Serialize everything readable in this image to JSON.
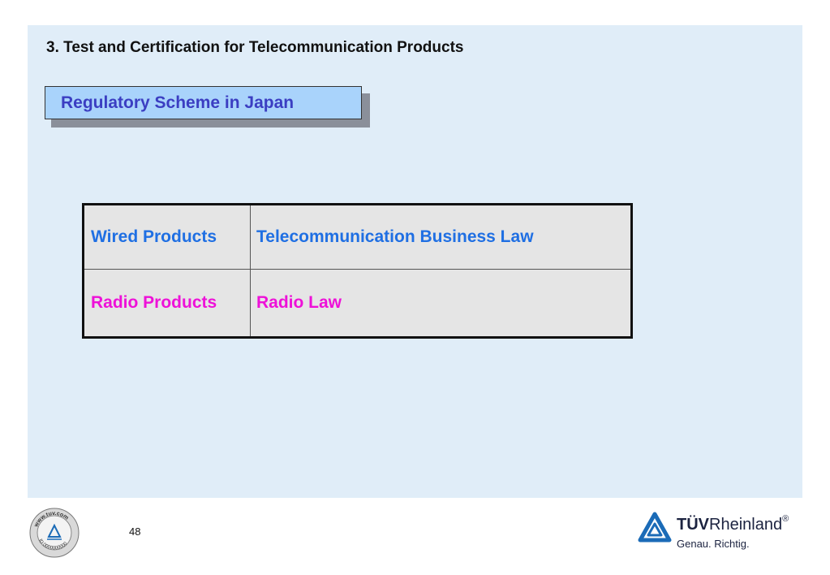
{
  "slide": {
    "heading": "3. Test and Certification for Telecommunication Products",
    "scheme_title": "Regulatory Scheme in Japan"
  },
  "table": {
    "rows": [
      {
        "product": "Wired Products",
        "law": "Telecommunication Business Law",
        "color": "#1f6fe3"
      },
      {
        "product": "Radio Products",
        "law": "Radio Law",
        "color": "#ee11d8"
      }
    ]
  },
  "footer": {
    "page_number": "48",
    "seal_text": "www.tuv.com",
    "seal_id": "ID 0000000000",
    "brand_bold": "TÜV",
    "brand_rest": "Rheinland",
    "registered": "®",
    "slogan": "Genau. Richtig."
  },
  "colors": {
    "background": "#e0edf8",
    "scheme_box": "#a9d3fb",
    "scheme_text": "#3b3ec2",
    "brand_blue": "#1b6bb7"
  }
}
